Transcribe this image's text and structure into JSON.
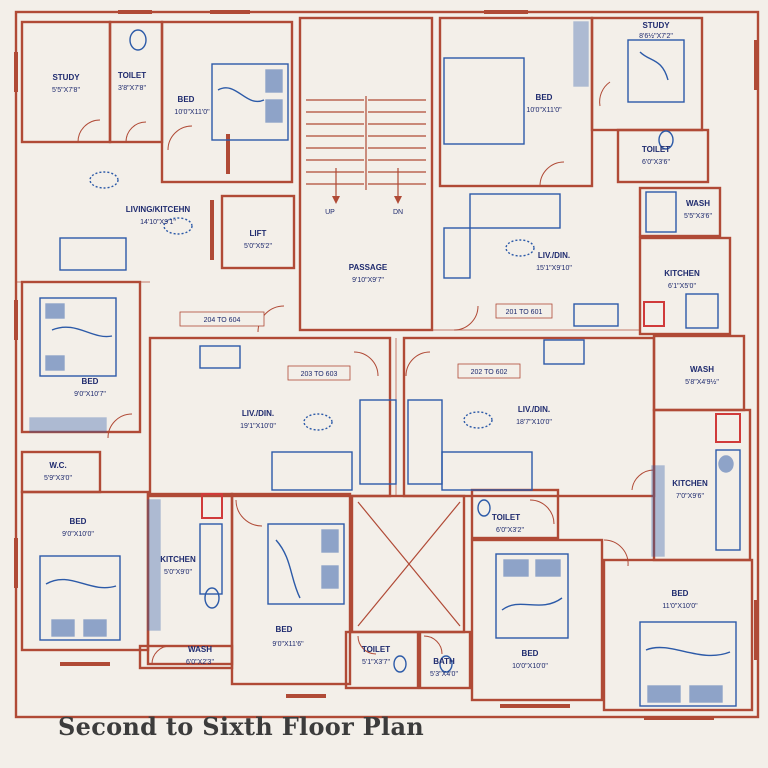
{
  "caption": "Second to Sixth  Floor Plan",
  "colors": {
    "wall": "#b04a36",
    "furniture": "#2c5aa8",
    "text": "#1e2a6e",
    "background": "#f3efe9",
    "caption": "#3c3c3c"
  },
  "rooms": {
    "study_nw": {
      "name": "STUDY",
      "dim": "5'5\"X7'8\""
    },
    "toilet_nw": {
      "name": "TOILET",
      "dim": "3'8\"X7'8\""
    },
    "bed_n1": {
      "name": "BED",
      "dim": "10'0\"X11'0\""
    },
    "living_kitchen": {
      "name": "LIVING/KITCEHN",
      "dim": "14'10\"X9'1\""
    },
    "lift": {
      "name": "LIFT",
      "dim": "5'0\"X5'2\""
    },
    "passage": {
      "name": "PASSAGE",
      "dim": "9'10\"X9'7\""
    },
    "bed_n2": {
      "name": "BED",
      "dim": "10'0\"X11'0\""
    },
    "study_ne": {
      "name": "STUDY",
      "dim": "8'6½\"X7'2\""
    },
    "toilet_ne": {
      "name": "TOILET",
      "dim": "6'0\"X3'6\""
    },
    "wash_ne": {
      "name": "WASH",
      "dim": "5'5\"X3'6\""
    },
    "livdin_ne": {
      "name": "LIV./DIN.",
      "dim": "15'1\"X9'10\""
    },
    "kitchen_ne": {
      "name": "KITCHEN",
      "dim": "6'1\"X5'0\""
    },
    "bed_w": {
      "name": "BED",
      "dim": "9'0\"X10'7\""
    },
    "livdin_sw": {
      "name": "LIV./DIN.",
      "dim": "19'1\"X10'0\""
    },
    "livdin_se": {
      "name": "LIV./DIN.",
      "dim": "18'7\"X10'0\""
    },
    "wash_e": {
      "name": "WASH",
      "dim": "5'8\"X4'9½\""
    },
    "wc": {
      "name": "W.C.",
      "dim": "5'9\"X3'0\""
    },
    "bed_sw": {
      "name": "BED",
      "dim": "9'0\"X10'0\""
    },
    "kitchen_sw": {
      "name": "KITCHEN",
      "dim": "5'0\"X9'0\""
    },
    "wash_sw": {
      "name": "WASH",
      "dim": "6'0\"X2'3\""
    },
    "bed_s": {
      "name": "BED",
      "dim": "9'0\"X11'6\""
    },
    "toilet_s": {
      "name": "TOILET",
      "dim": "5'1\"X3'7\""
    },
    "bath_s": {
      "name": "BATH",
      "dim": "5'3\"X4'0\""
    },
    "toilet_se": {
      "name": "TOILET",
      "dim": "6'0\"X3'2\""
    },
    "bed_se1": {
      "name": "BED",
      "dim": "10'0\"X10'0\""
    },
    "kitchen_se": {
      "name": "KITCHEN",
      "dim": "7'0\"X9'6\""
    },
    "bed_se2": {
      "name": "BED",
      "dim": "11'0\"X10'0\""
    }
  },
  "stair": {
    "up": "UP",
    "dn": "DN"
  },
  "unit_tags": {
    "t204": "204 TO 604",
    "t201": "201 TO 601",
    "t203": "203 TO 603",
    "t202": "202 TO 602"
  }
}
